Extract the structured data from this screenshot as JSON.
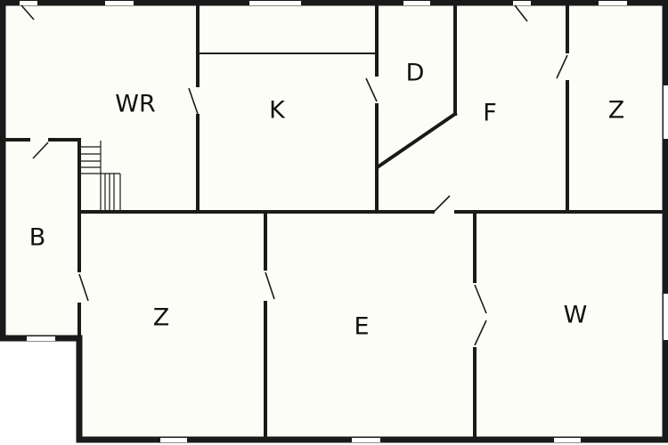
{
  "rooms": [
    {
      "key": "wr",
      "label": "WR"
    },
    {
      "key": "k",
      "label": "K"
    },
    {
      "key": "d",
      "label": "D"
    },
    {
      "key": "f",
      "label": "F"
    },
    {
      "key": "z_top",
      "label": "Z"
    },
    {
      "key": "b",
      "label": "B"
    },
    {
      "key": "z_bottom",
      "label": "Z"
    },
    {
      "key": "e",
      "label": "E"
    },
    {
      "key": "w",
      "label": "W"
    }
  ]
}
